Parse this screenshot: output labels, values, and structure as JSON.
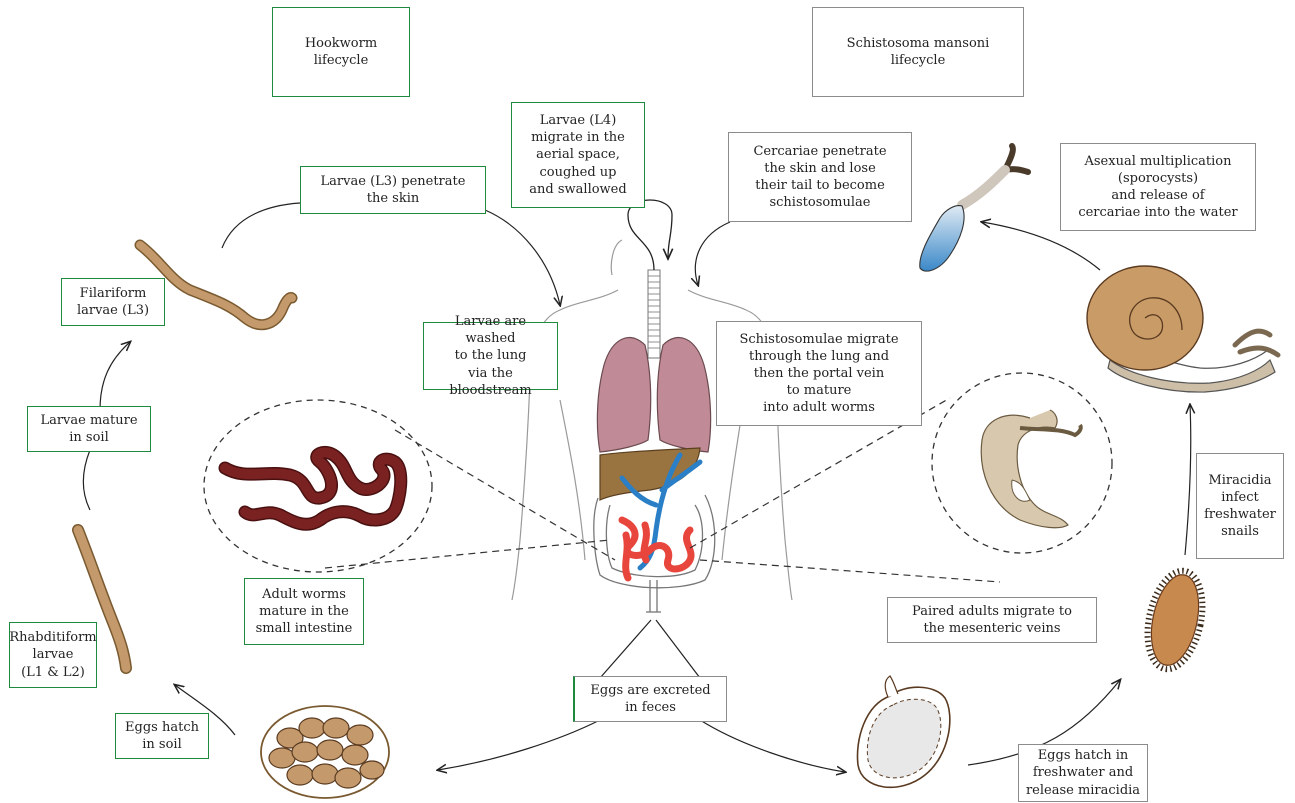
{
  "titles": {
    "hookworm": "Hookworm\nlifecycle",
    "schisto": "Schistosoma mansoni\nlifecycle"
  },
  "hookworm_steps": {
    "l3_penetrate": "Larvae (L3) penetrate\nthe skin",
    "l4_migrate": "Larvae (L4)\nmigrate in the\naerial space,\ncoughed up\nand swallowed",
    "washed_lung": "Larvae are washed\nto the lung\nvia the bloodstream",
    "filariform": "Filariform\nlarvae (L3)",
    "mature_soil": "Larvae mature\nin soil",
    "adult_worms": "Adult worms\nmature in the\nsmall intestine",
    "rhabditiform": "Rhabditiform\nlarvae\n(L1 & L2)",
    "eggs_hatch_soil": "Eggs hatch\nin soil"
  },
  "shared_steps": {
    "eggs_excreted": "Eggs are excreted\nin feces"
  },
  "schisto_steps": {
    "cercariae_penetrate": "Cercariae penetrate\nthe skin and lose\ntheir tail to become\nschistosomulae",
    "asexual": "Asexual multiplication\n(sporocysts)\nand release of\ncercariae into the water",
    "schistosomulae_migrate": "Schistosomulae migrate\nthrough the lung and\nthen the portal vein\nto mature\ninto adult worms",
    "miracidia_infect": "Miracidia\ninfect\nfreshwater\nsnails",
    "paired_adults": "Paired adults migrate to\nthe mesenteric veins",
    "eggs_hatch_water": "Eggs hatch in\nfreshwater and\nrelease miracidia"
  },
  "colors": {
    "hookworm_box": "#1f8a3e",
    "schisto_box": "#8c8c8c",
    "worm_brown": "#c49a6c",
    "adult_worm": "#7a2222",
    "lung": "#c08a96",
    "liver": "#9a7440",
    "portal_vein": "#2a7fc6",
    "mesenteric": "#e8453c",
    "snail_shell": "#c99b67"
  }
}
